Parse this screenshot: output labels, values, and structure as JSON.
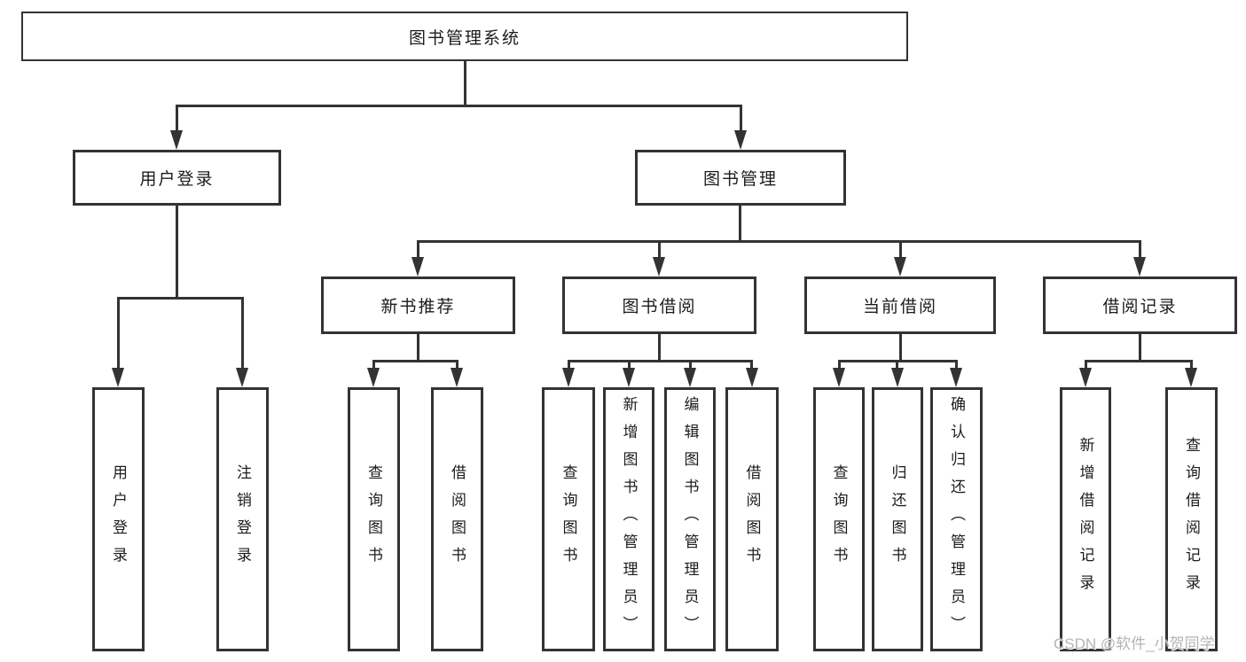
{
  "diagram": {
    "root": {
      "label": "图书管理系统"
    },
    "branches": [
      {
        "label": "用户登录",
        "children": [
          {
            "label": "用户登录"
          },
          {
            "label": "注销登录"
          }
        ]
      },
      {
        "label": "图书管理",
        "modules": [
          {
            "label": "新书推荐",
            "children": [
              {
                "label": "查询图书"
              },
              {
                "label": "借阅图书"
              }
            ]
          },
          {
            "label": "图书借阅",
            "children": [
              {
                "label": "查询图书"
              },
              {
                "label": "新增图书（管理员）"
              },
              {
                "label": "编辑图书（管理员）"
              },
              {
                "label": "借阅图书"
              }
            ]
          },
          {
            "label": "当前借阅",
            "children": [
              {
                "label": "查询图书"
              },
              {
                "label": "归还图书"
              },
              {
                "label": "确认归还（管理员）"
              }
            ]
          },
          {
            "label": "借阅记录",
            "children": [
              {
                "label": "新增借阅记录"
              },
              {
                "label": "查询借阅记录"
              }
            ]
          }
        ]
      }
    ]
  },
  "watermark": {
    "text": "CSDN @软件_小贺同学"
  },
  "colors": {
    "line": "#333333",
    "text": "#1c1c1c",
    "watermark": "#b4b4b4",
    "background": "#ffffff"
  }
}
